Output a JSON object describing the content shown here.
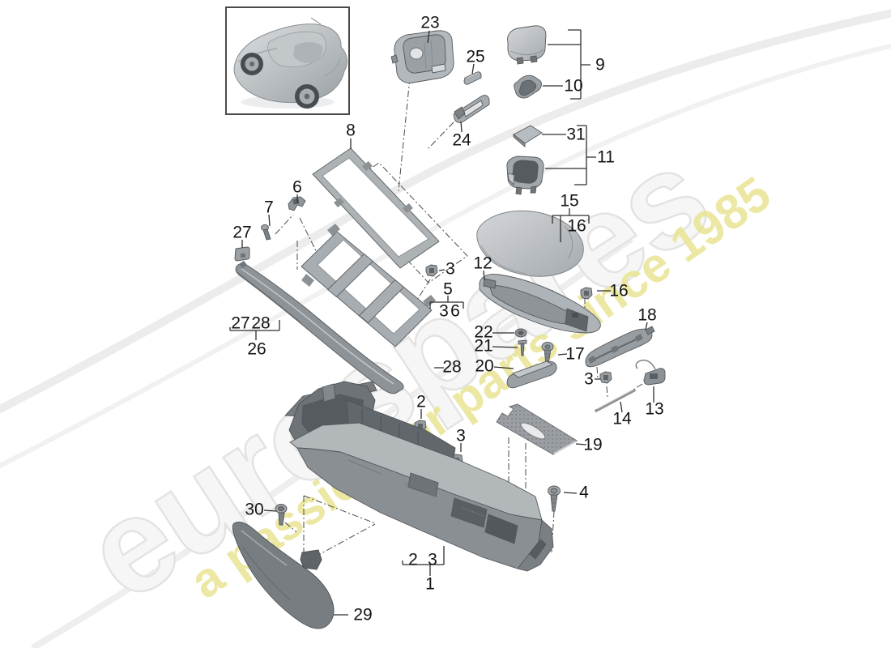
{
  "watermark": {
    "brand": "eurospares",
    "tagline": "a passion for parts since 1985",
    "brand_color": "#f6f6f6",
    "brand_outline_color": "#e3e3e3",
    "tagline_color": "#e9e593"
  },
  "vehicle_thumbnail": "porsche-cayman-rear-three-quarter",
  "callouts": [
    "23",
    "25",
    "9",
    "10",
    "24",
    "31",
    "11",
    "8",
    "6",
    "7",
    "27",
    "15",
    "16",
    "12",
    "3",
    "5",
    "3",
    "6",
    "16",
    "18",
    "22",
    "21",
    "17",
    "20",
    "28",
    "27",
    "28",
    "26",
    "2",
    "13",
    "14",
    "3",
    "19",
    "3",
    "4",
    "30",
    "2",
    "3",
    "1",
    "29"
  ]
}
